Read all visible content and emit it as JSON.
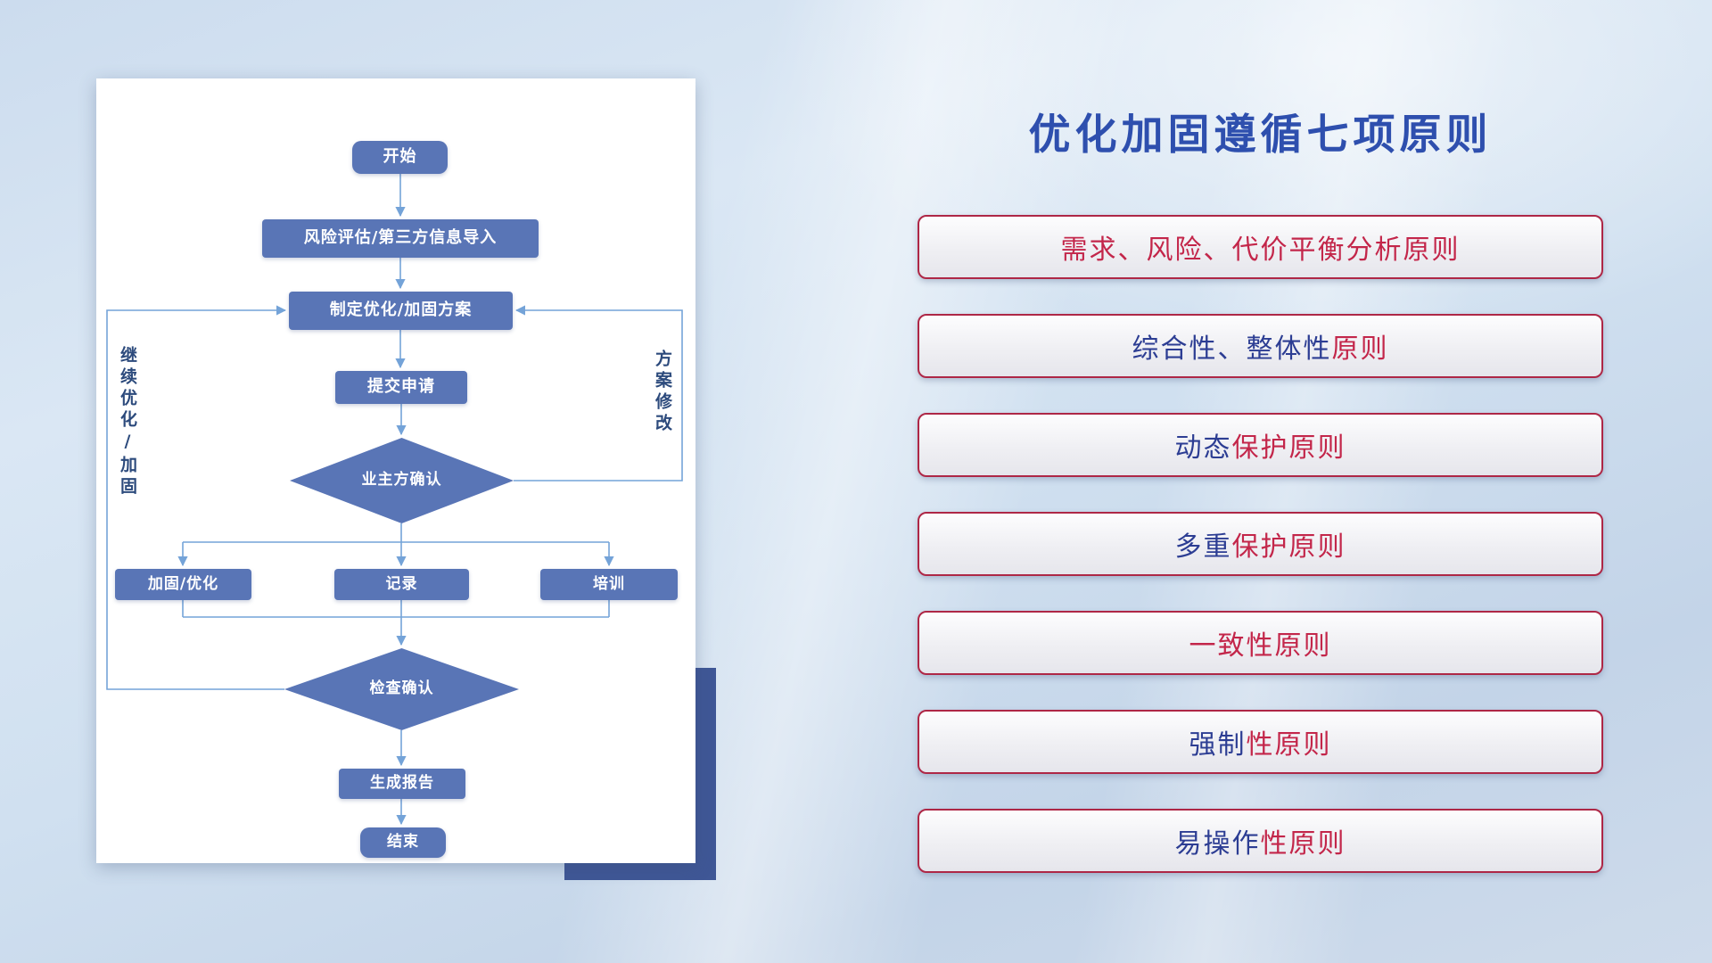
{
  "colors": {
    "red": "#c3264a",
    "blue": "#2c3d93",
    "title_blue": "#2e4fae",
    "node_blue": "#5975b6",
    "connector_blue": "#74a3d8",
    "card_shadow_blue": "#3f5796"
  },
  "flowchart": {
    "nodes": {
      "start": "开始",
      "risk_import": "风险评估/第三方信息导入",
      "make_plan": "制定优化/加固方案",
      "submit": "提交申请",
      "owner_confirm": "业主方确认",
      "reinforce": "加固/优化",
      "record": "记录",
      "training": "培训",
      "check_confirm": "检查确认",
      "report": "生成报告",
      "end": "结束"
    },
    "loop_labels": {
      "continue_optimize": "继续优化/加固",
      "plan_modify": "方案修改"
    }
  },
  "principles": {
    "title": "优化加固遵循七项原则",
    "items": [
      {
        "segments": [
          {
            "text": "需求、风险、代价平衡分析原则",
            "color": "red"
          }
        ]
      },
      {
        "segments": [
          {
            "text": "综合性、整体性",
            "color": "blue"
          },
          {
            "text": "原则",
            "color": "red"
          }
        ]
      },
      {
        "segments": [
          {
            "text": "动态",
            "color": "blue"
          },
          {
            "text": "保护原则",
            "color": "red"
          }
        ]
      },
      {
        "segments": [
          {
            "text": "多重",
            "color": "blue"
          },
          {
            "text": "保护原则",
            "color": "red"
          }
        ]
      },
      {
        "segments": [
          {
            "text": "一致性原则",
            "color": "red"
          }
        ]
      },
      {
        "segments": [
          {
            "text": "强制",
            "color": "blue"
          },
          {
            "text": "性原则",
            "color": "red"
          }
        ]
      },
      {
        "segments": [
          {
            "text": "易操作",
            "color": "blue"
          },
          {
            "text": "性原则",
            "color": "red"
          }
        ]
      }
    ]
  }
}
